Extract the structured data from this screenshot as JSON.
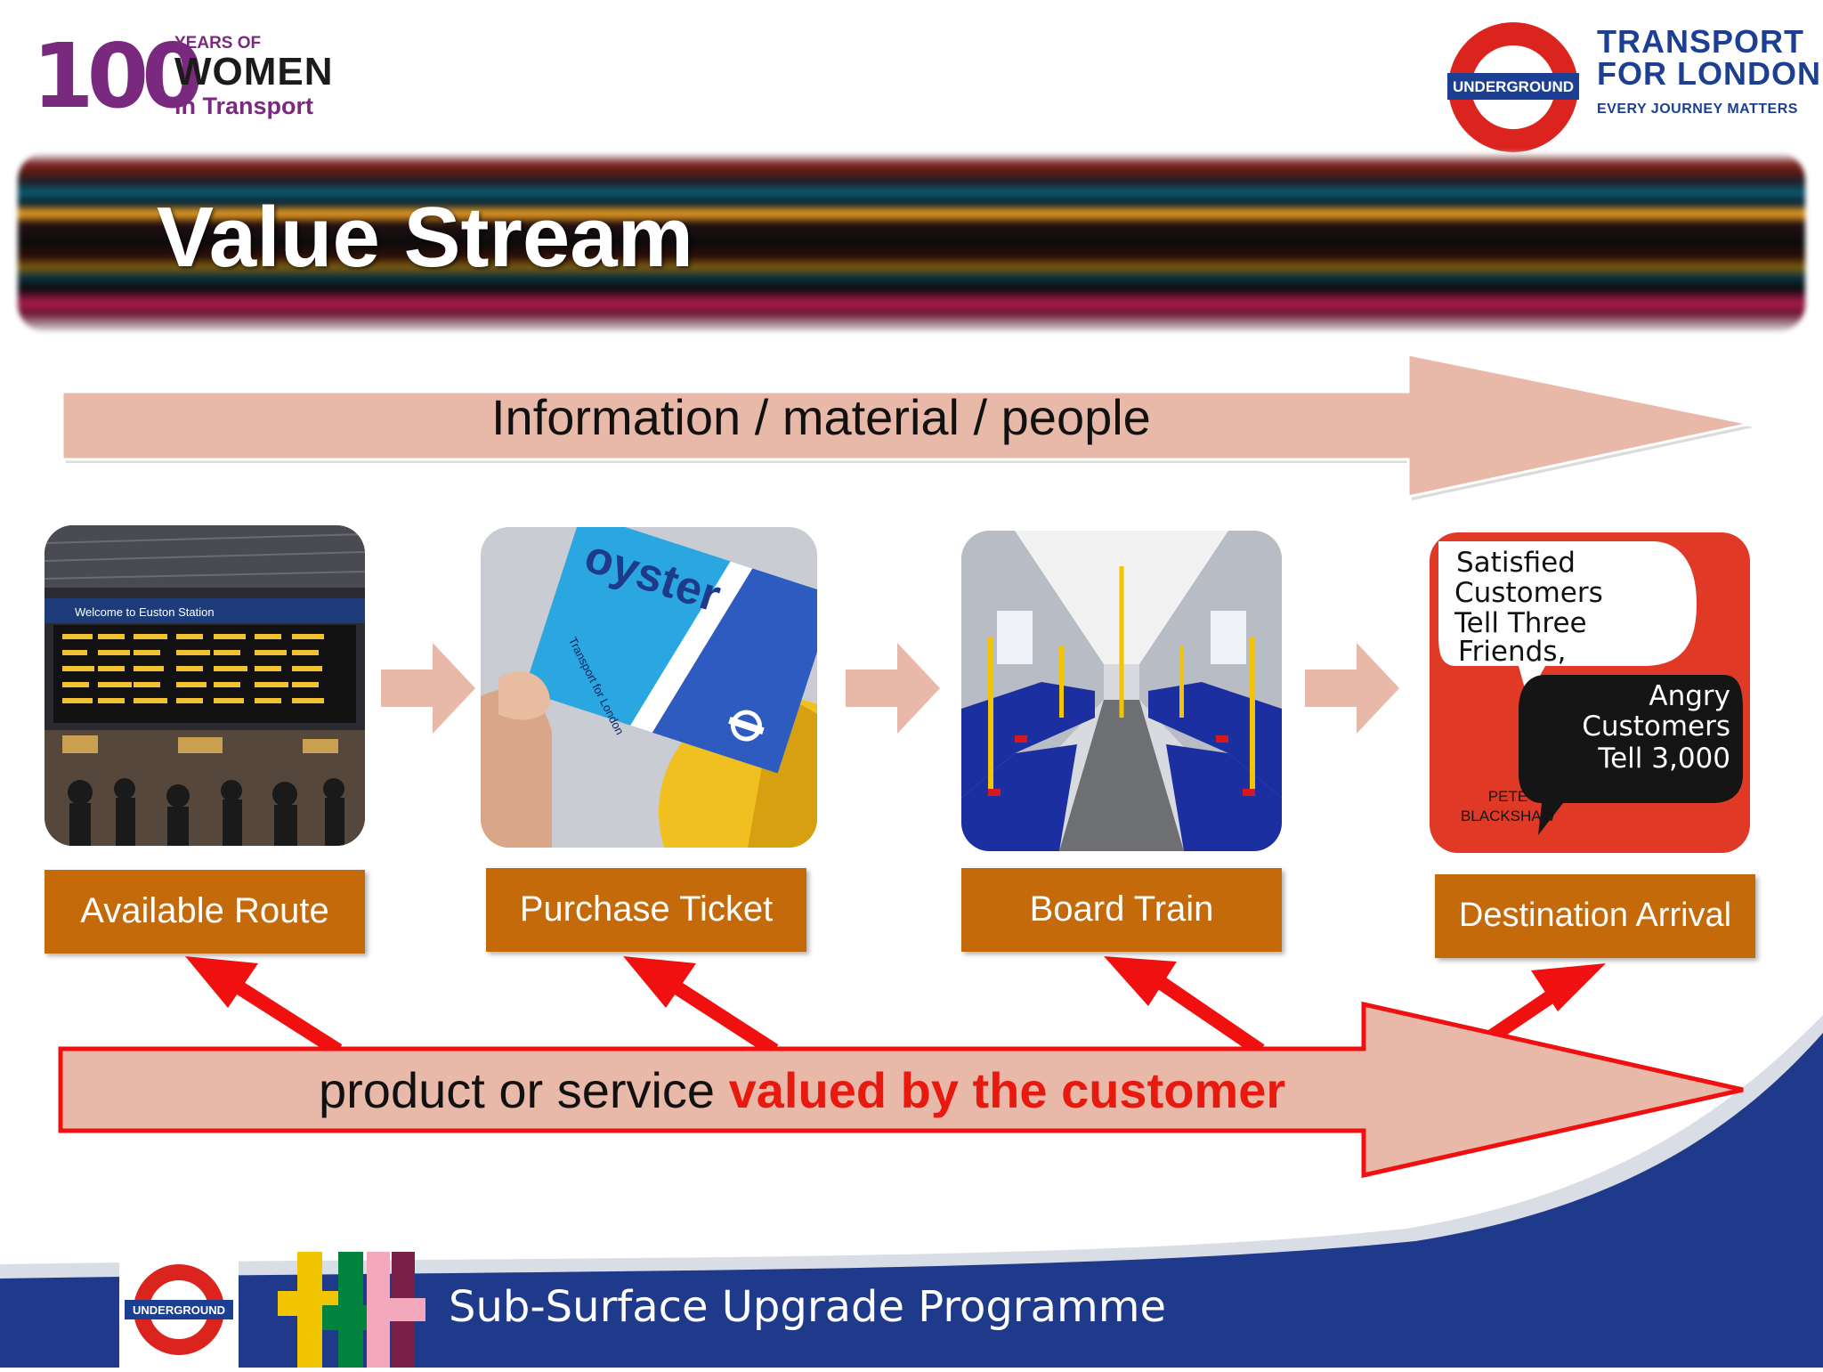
{
  "logos": {
    "women": {
      "number": "100",
      "years_of": "YEARS OF",
      "women": "WOMEN",
      "in_transport": "in Transport"
    },
    "tfl": {
      "roundel_label": "UNDERGROUND",
      "title_line1": "TRANSPORT",
      "title_line2": "FOR LONDON",
      "tagline": "EVERY JOURNEY MATTERS"
    }
  },
  "title": "Value Stream",
  "flow_label": "Information / material / people",
  "steps": [
    {
      "label": "Available Route",
      "image": "station-departure-board-photo",
      "image_text": "Welcome to Euston Station"
    },
    {
      "label": "Purchase Ticket",
      "image": "oyster-card-photo",
      "image_text": "oyster",
      "image_subtext": "Transport for London"
    },
    {
      "label": "Board Train",
      "image": "tube-carriage-interior-photo"
    },
    {
      "label": "Destination Arrival",
      "image": "book-cover",
      "book_lines_top": [
        "Satisfied",
        "Customers",
        "Tell Three",
        "Friends,"
      ],
      "book_lines_bottom": [
        "Angry",
        "Customers",
        "Tell 3,000"
      ],
      "book_author": [
        "PETE",
        "BLACKSHAW"
      ]
    }
  ],
  "value_label": {
    "prefix": "product or service ",
    "emphasis": "valued by the customer"
  },
  "footer": {
    "roundel_label": "UNDERGROUND",
    "programme": "Sub-Surface Upgrade Programme"
  },
  "colors": {
    "step_box": "#c46a0a",
    "arrow_fill": "#e8b8a8",
    "emphasis_red": "#e8190e",
    "tfl_blue": "#1c3f94",
    "footer_blue": "#1f3a8a"
  }
}
